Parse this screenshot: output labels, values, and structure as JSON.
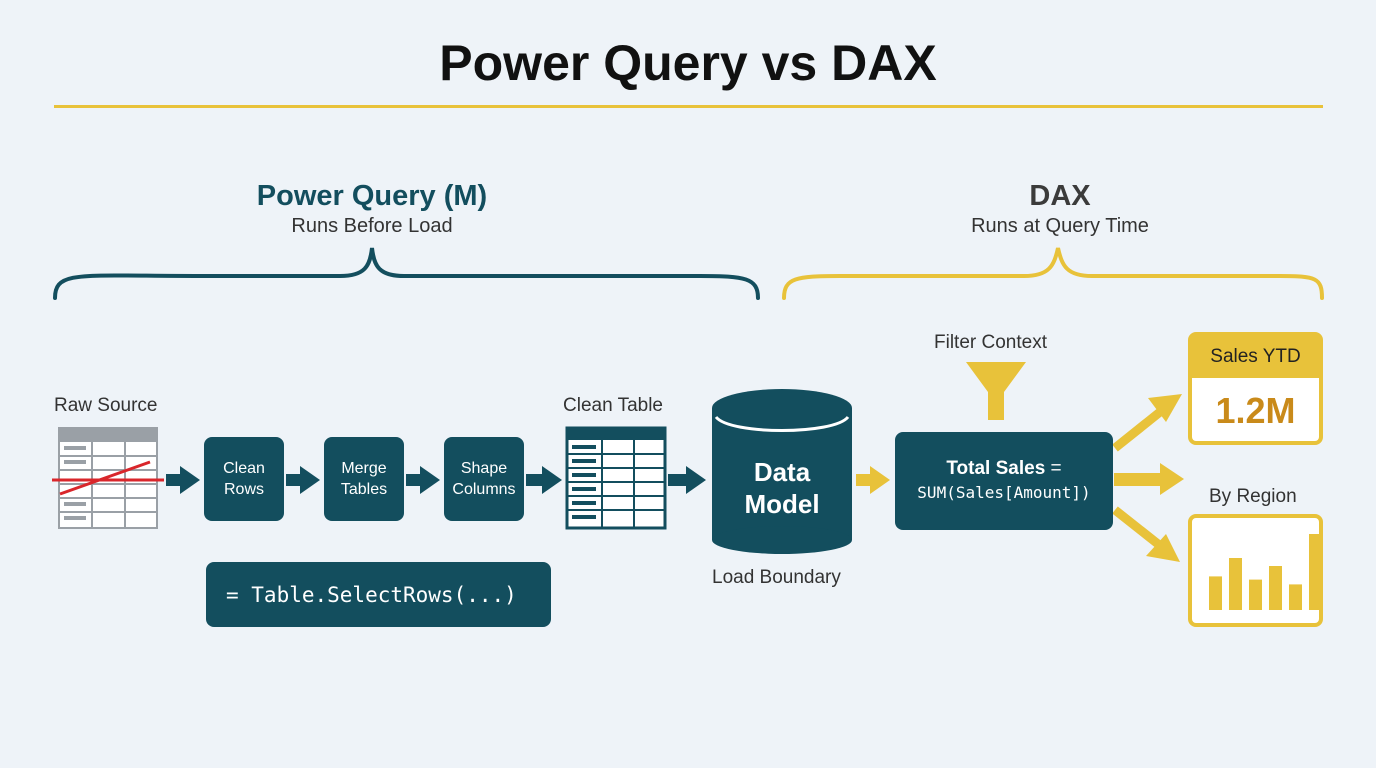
{
  "title": "Power Query vs DAX",
  "power_query": {
    "heading": "Power Query (M)",
    "subheading": "Runs Before Load",
    "raw_source_label": "Raw Source",
    "steps": [
      "Clean\nRows",
      "Merge\nTables",
      "Shape\nColumns"
    ],
    "clean_table_label": "Clean Table",
    "code_snippet": "= Table.SelectRows(...)"
  },
  "data_model": {
    "label": "Data\nModel",
    "caption": "Load Boundary"
  },
  "dax": {
    "heading": "DAX",
    "subheading": "Runs at Query Time",
    "filter_label": "Filter Context",
    "measure_name": "Total Sales",
    "measure_eq": " =",
    "measure_formula": "SUM(Sales[Amount])",
    "kpi_title": "Sales YTD",
    "kpi_value": "1.2M",
    "region_label": "By Region",
    "region_bars": [
      0.42,
      0.65,
      0.38,
      0.55,
      0.32,
      0.95
    ]
  },
  "colors": {
    "teal": "#134e5e",
    "gold": "#e8c23a",
    "kpi_text": "#c98a1a",
    "strike": "#d9262b",
    "grid": "#9aa0a6"
  },
  "icons": [
    "raw-table-icon",
    "clean-table-icon",
    "database-cylinder-icon",
    "funnel-icon",
    "bar-chart-icon",
    "arrow-right-icon"
  ]
}
